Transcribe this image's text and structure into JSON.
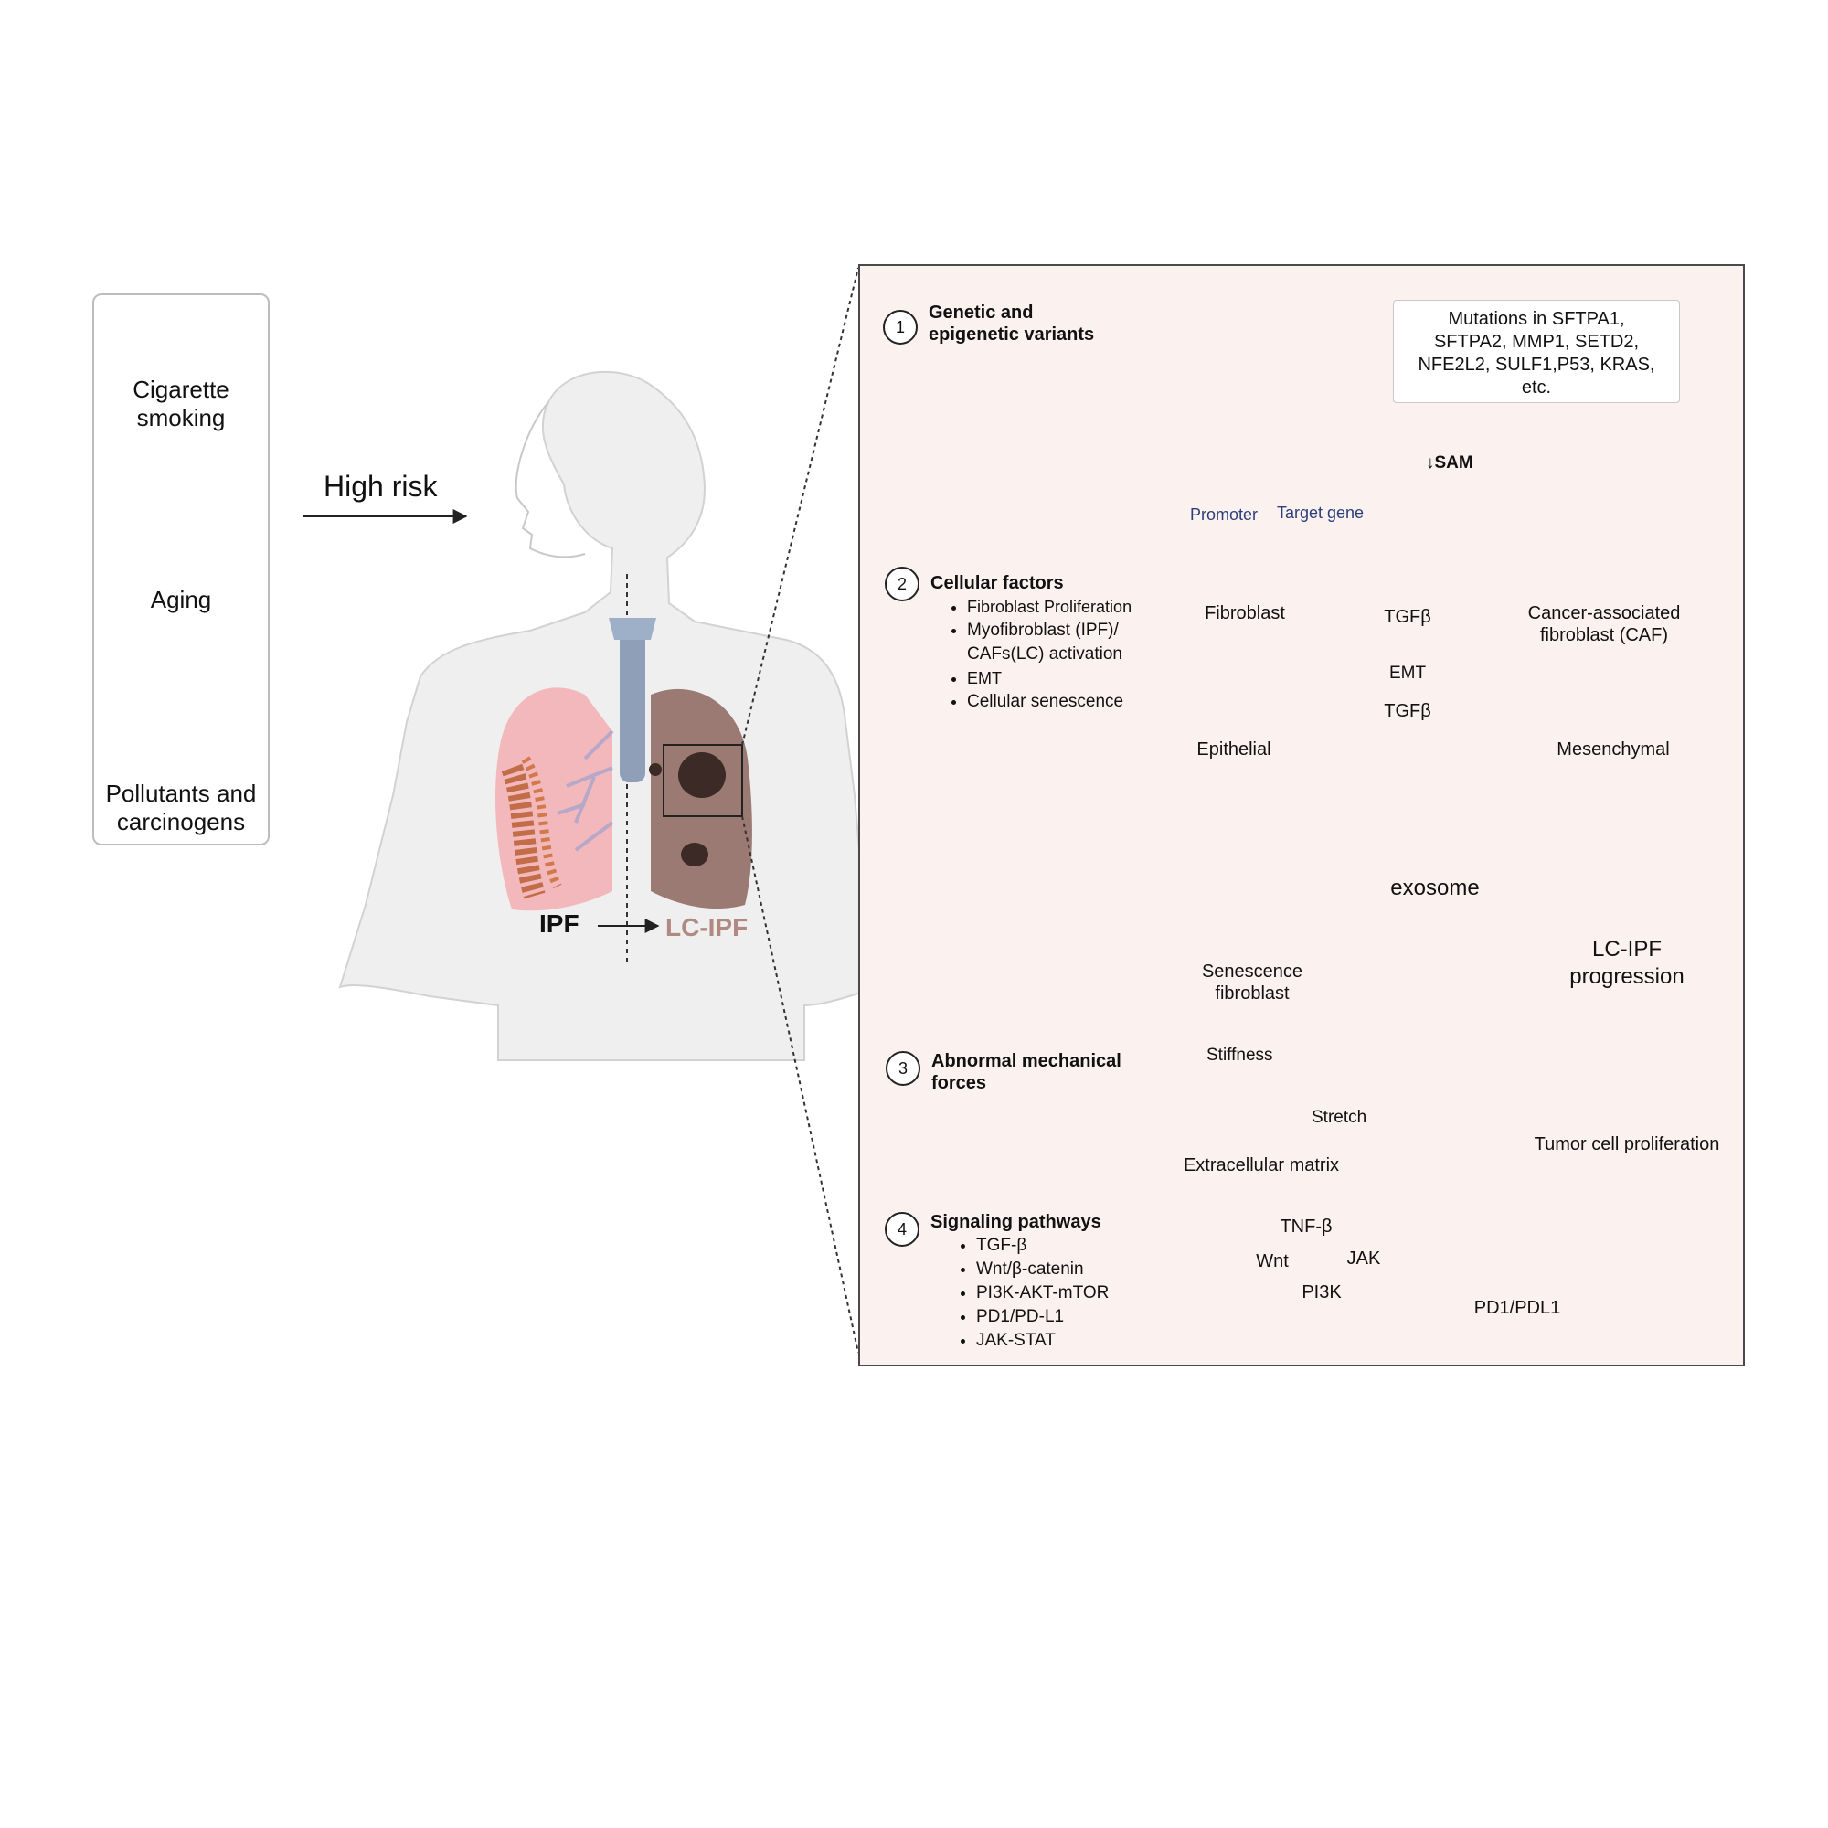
{
  "risk_factors": [
    {
      "label_1": "Cigarette",
      "label_2": "smoking",
      "icon": "cigarette-icon"
    },
    {
      "label_1": "Aging",
      "label_2": "",
      "icon": "elderly-person-icon"
    },
    {
      "label_1": "Pollutants and",
      "label_2": "carcinogens",
      "icon": "factory-icon"
    }
  ],
  "high_risk_label": "High risk",
  "body": {
    "ipf_label": "IPF",
    "lc_ipf_label": "LC-IPF"
  },
  "section1": {
    "number": "1",
    "title_1": "Genetic and",
    "title_2": "epigenetic variants",
    "mutations": [
      "Mutations in SFTPA1,",
      "SFTPA2, MMP1, SETD2,",
      "NFE2L2, SULF1,P53, KRAS,",
      "etc."
    ],
    "sam_label": "↓SAM",
    "promoter_label": "Promoter",
    "target_gene_label": "Target gene"
  },
  "section2": {
    "number": "2",
    "title": "Cellular factors",
    "bullets": [
      "Fibroblast Proliferation",
      "Myofibroblast (IPF)/",
      "CAFs(LC) activation",
      "EMT",
      "Cellular senescence"
    ],
    "fibroblast_label": "Fibroblast",
    "tgfb_label_1": "TGFβ",
    "caf_label_1": "Cancer-associated",
    "caf_label_2": "fibroblast (CAF)",
    "epithelial_label": "Epithelial",
    "emt_label": "EMT",
    "tgfb_label_2": "TGFβ",
    "mesenchymal_label": "Mesenchymal",
    "senescence_label_1": "Senescence",
    "senescence_label_2": "fibroblast",
    "exosome_label": "exosome",
    "progression_label_1": "LC-IPF",
    "progression_label_2": "progression"
  },
  "section3": {
    "number": "3",
    "title_1": "Abnormal mechanical",
    "title_2": "forces",
    "stiffness_label": "Stiffness",
    "stretch_label": "Stretch",
    "ecm_label": "Extracellular matrix",
    "tumor_label": "Tumor cell proliferation"
  },
  "section4": {
    "number": "4",
    "title": "Signaling pathways",
    "bullets": [
      "TGF-β",
      "Wnt/β-catenin",
      "PI3K-AKT-mTOR",
      "PD1/PD-L1",
      "JAK-STAT"
    ],
    "nodes": [
      "TNF-β",
      "Wnt",
      "JAK",
      "PI3K"
    ],
    "pd1_label": "PD1/PDL1"
  },
  "colors": {
    "panel_bg": "#fbf1ef",
    "arrow_red": "#8f2231",
    "lung_pink": "#f2b8bc",
    "lung_brown": "#9a7a73",
    "lc_ipf_text": "#b08a82",
    "navy": "#2c3e7a"
  }
}
